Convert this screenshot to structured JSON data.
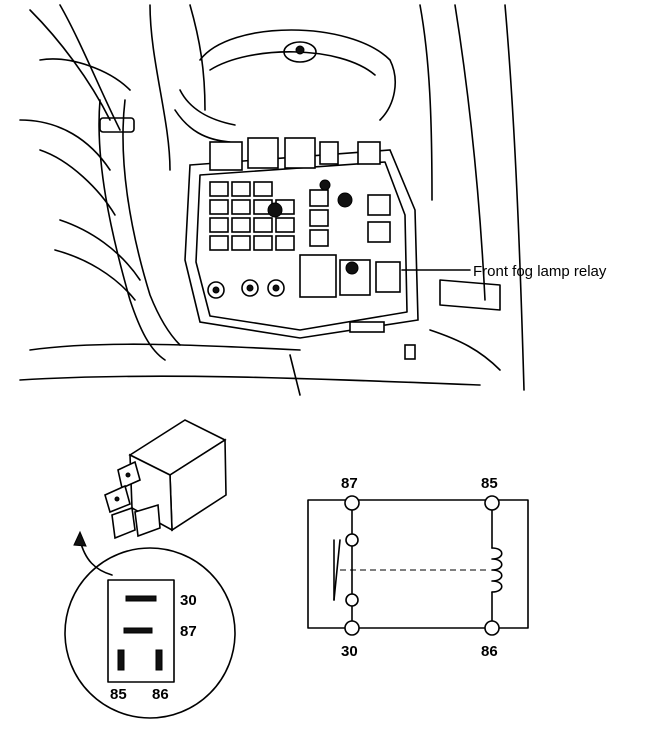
{
  "engine_bay": {
    "callout_label": "Front fog lamp relay"
  },
  "relay_pinout": {
    "pins": [
      "30",
      "87",
      "85",
      "86"
    ]
  },
  "relay_schematic": {
    "top_left_terminal": "87",
    "top_right_terminal": "85",
    "bottom_left_terminal": "30",
    "bottom_right_terminal": "86"
  }
}
